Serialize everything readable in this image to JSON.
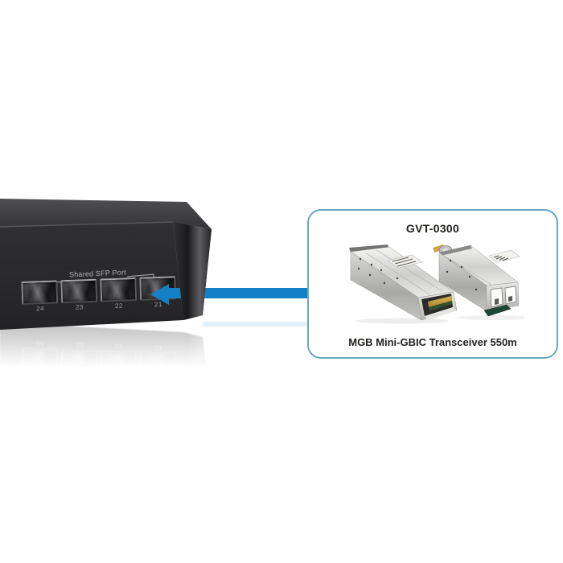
{
  "product_callout": {
    "model": "GVT-0300",
    "description": "MGB Mini-GBIC Transceiver 550m"
  },
  "switch_device": {
    "port_group_label": "Shared SFP Port",
    "sfp_ports": [
      {
        "number": "24"
      },
      {
        "number": "23"
      },
      {
        "number": "22"
      },
      {
        "number": "21"
      }
    ]
  },
  "icons": {
    "callout_arrow": "left-arrow"
  },
  "colors": {
    "arrow_blue": "#1480c5",
    "callout_border": "#68a7c1",
    "chassis_front": "#2b2b2d",
    "chassis_top": "#48484a",
    "port_label_gray": "#9e9e9e",
    "module_silver": "#d6d6d4",
    "pcb_gold": "#c5a43d",
    "clasp_green": "#1f4736"
  }
}
